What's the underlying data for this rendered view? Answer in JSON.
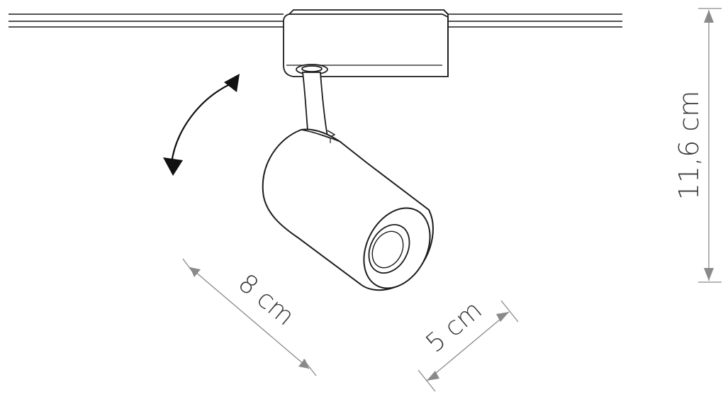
{
  "diagram": {
    "colors": {
      "outline": "#1c1c1c",
      "dimension": "#8a8a8a",
      "dimension_text": "#3a3a3a",
      "rotation_arrow": "#111111",
      "background": "#ffffff"
    },
    "dimensions": {
      "height_label": "11,6 cm",
      "length_label": "8 cm",
      "diameter_label": "5 cm"
    },
    "icons": [
      "rotation-arrow-icon"
    ]
  }
}
